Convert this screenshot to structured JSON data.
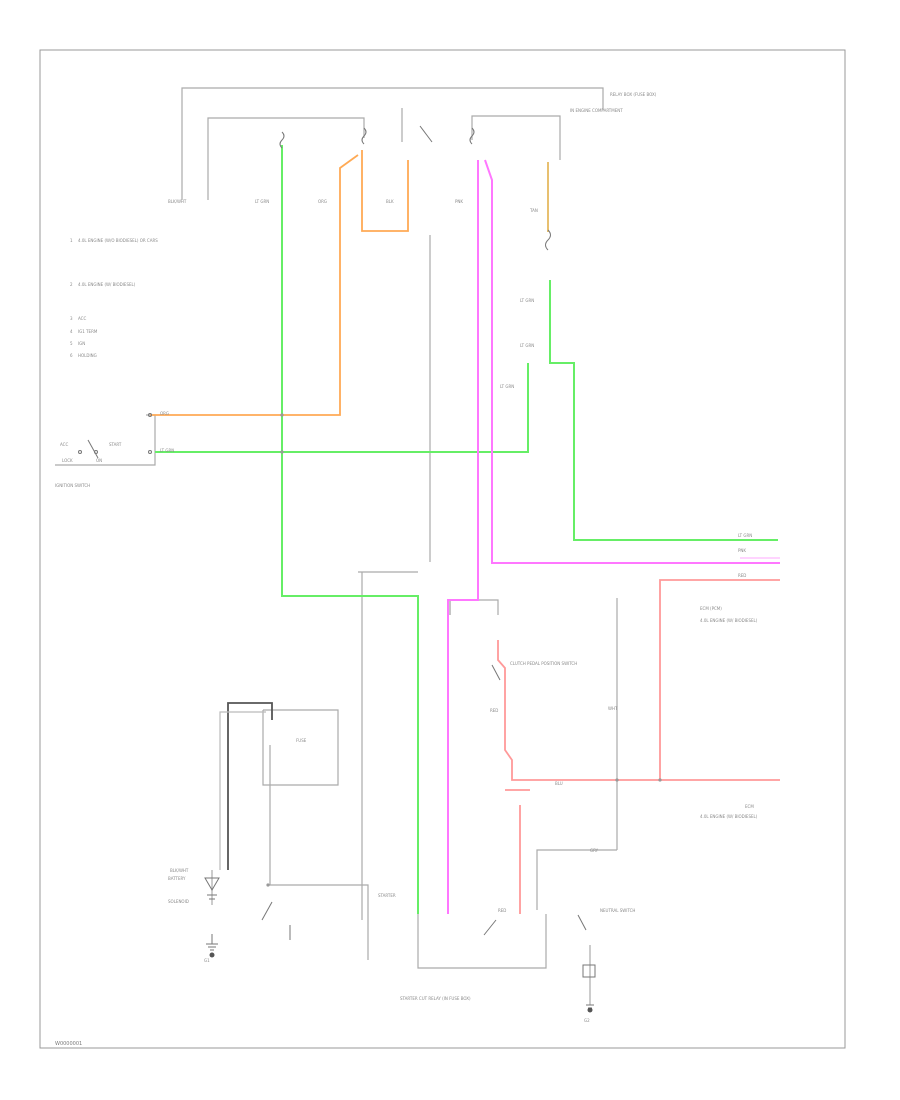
{
  "diagram": {
    "footer_code": "W0000001",
    "wire_colors": {
      "green": "#66ee66",
      "orange": "#ffaa55",
      "pink": "#ff77ff",
      "red": "#ff9999",
      "gray": "#aaaaaa",
      "white": "#d6d6d6",
      "tan": "#e8c070",
      "black": "#555555"
    },
    "legend": [
      {
        "num": "1",
        "text": "4.0L ENGINE (W/O BIODIESEL) OR CARS"
      },
      {
        "num": "2",
        "text": "4.0L ENGINE (W/ BIODIESEL)"
      },
      {
        "num": "3",
        "text": "ACC"
      },
      {
        "num": "4",
        "text": "IG1 TERM"
      },
      {
        "num": "5",
        "text": "IGN"
      },
      {
        "num": "6",
        "text": "HOLDING"
      }
    ],
    "labels": {
      "ignition_switch": "IGNITION SWITCH",
      "starter_relay": "STARTER CUT RELAY (IN FUSE BOX)",
      "starter_motor": "STARTER",
      "battery": "BATTERY",
      "solenoid": "SOLENOID",
      "fuse": "FUSE",
      "ground_left": "G1",
      "ground_right": "G2",
      "right_label_1": "ECM (PCM)",
      "right_label_2": "4.0L ENGINE (W/ BIODIESEL)",
      "right_label_3": "ECM",
      "right_label_4": "4.0L ENGINE (W/ BIODIESEL)",
      "clutch_switch": "CLUTCH PEDAL POSITION SWITCH",
      "neutral_switch": "NEUTRAL SWITCH",
      "top_right_1": "RELAY BOX (FUSE BOX)",
      "top_right_2": "IN ENGINE COMPARTMENT",
      "acc": "ACC",
      "on": "ON",
      "start": "START",
      "lock": "LOCK"
    },
    "wire_tags": {
      "lt_grn": "LT GRN",
      "blk_wht": "BLK/WHT",
      "org": "ORG",
      "pnk": "PNK",
      "red": "RED",
      "blk": "BLK",
      "wht": "WHT",
      "gry": "GRY",
      "blu": "BLU",
      "tan": "TAN"
    }
  }
}
